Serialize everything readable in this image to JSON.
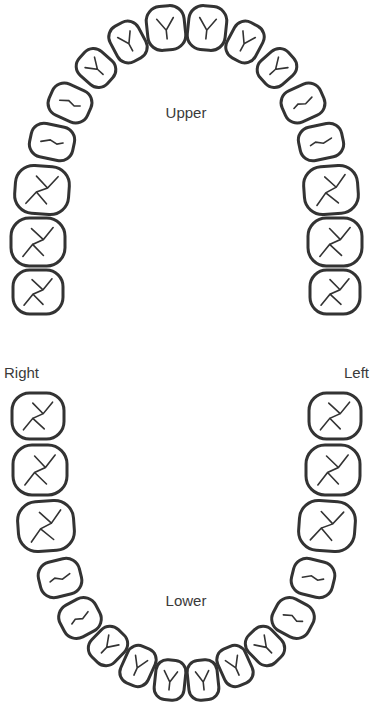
{
  "diagram": {
    "labels": [
      "Upper",
      "Right",
      "Left",
      "Lower"
    ]
  }
}
